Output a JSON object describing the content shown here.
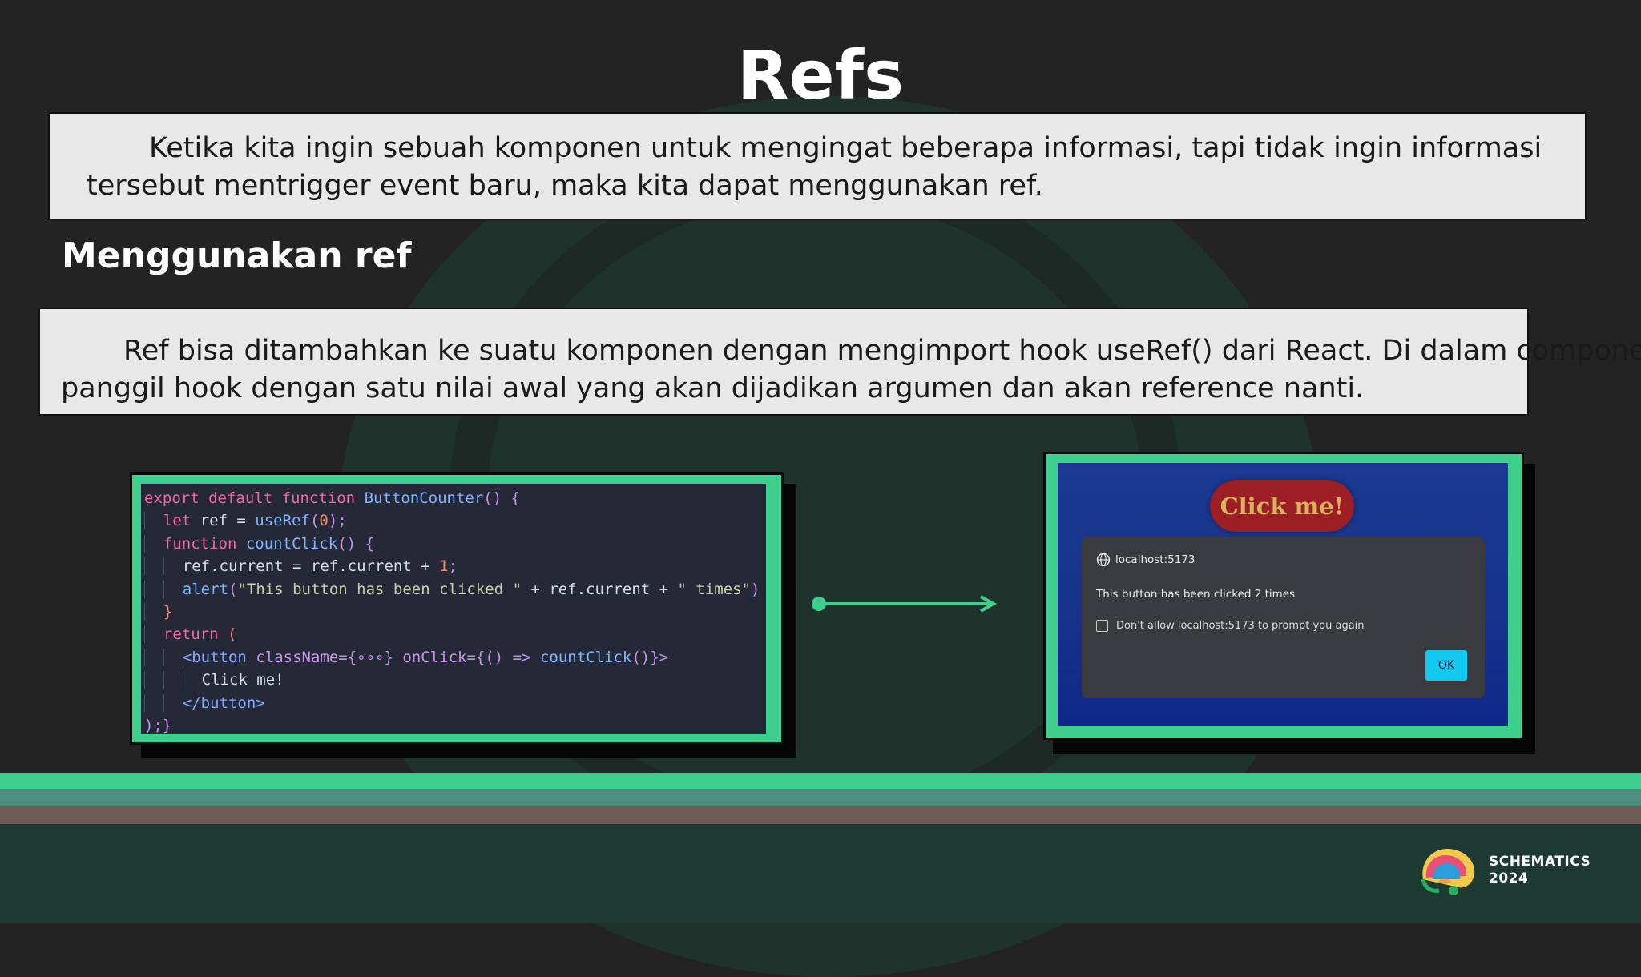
{
  "slide": {
    "title": "Refs",
    "intro": "Ketika kita ingin sebuah komponen untuk mengingat beberapa informasi, tapi tidak ingin informasi tersebut mentrigger event baru, maka kita dapat menggunakan ref.",
    "section_heading": "Menggunakan ref",
    "description_line1": "Ref bisa ditambahkan ke suatu komponen dengan mengimport hook useRef() dari React. Di dalam component,",
    "description_line2": "panggil hook dengan satu nilai awal yang akan dijadikan argumen dan akan reference nanti."
  },
  "code": {
    "l1_kw": "export default function",
    "l1_fn": "ButtonCounter",
    "l1_rest": "() {",
    "l2_kw": "let",
    "l2_var": " ref = ",
    "l2_fn": "useRef",
    "l2_num": "0",
    "l3_kw": "function",
    "l3_fn": "countClick",
    "l4": "ref.current = ref.current + ",
    "l4_num": "1",
    "l5_fn": "alert",
    "l5_str1": "\"This button has been clicked \"",
    "l5_mid": " + ref.current + ",
    "l5_str2": "\" times\"",
    "l7_kw": "return",
    "l8_tag": "<button",
    "l8_attr1": "className",
    "l8_dots": "{∘∘∘}",
    "l8_attr2": "onClick",
    "l8_fn": "countClick",
    "l9": "Click me!",
    "l10_tag": "</button>",
    "l11": ");}"
  },
  "demo": {
    "button_label": "Click me!",
    "dialog_site": "localhost:5173",
    "dialog_message": "This button has been clicked 2 times",
    "dialog_checkbox": "Don't allow localhost:5173 to prompt you again",
    "dialog_ok": "OK"
  },
  "brand": {
    "name": "SCHEMATICS",
    "year": "2024"
  },
  "colors": {
    "accent": "#3ecf8e",
    "background": "#232323",
    "textbox": "#e8e8e8"
  }
}
